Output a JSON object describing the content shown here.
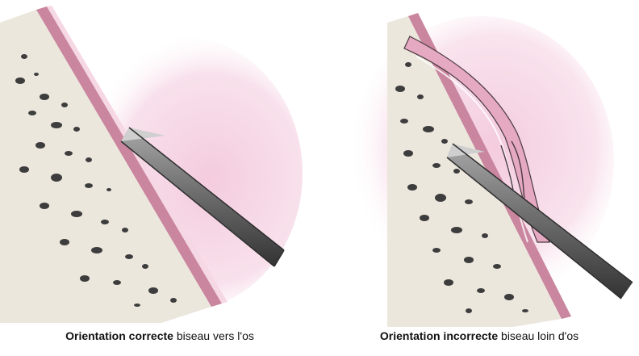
{
  "figures": [
    {
      "caption_bold": "Orientation correcte",
      "caption_rest": "biseau vers l'os"
    },
    {
      "caption_bold": "Orientation incorrecte",
      "caption_rest": "biseau loin d'os"
    }
  ],
  "colors": {
    "tissue": "#f3c9dc",
    "periosteum": "#c9869e",
    "bone": "#ece7dd",
    "bone_pores": "#3d3d3d",
    "needle_dark": "#454545",
    "needle_light": "#9a9a9a",
    "caption": "#111111"
  },
  "icons": [
    "needle-icon",
    "bone-icon"
  ]
}
